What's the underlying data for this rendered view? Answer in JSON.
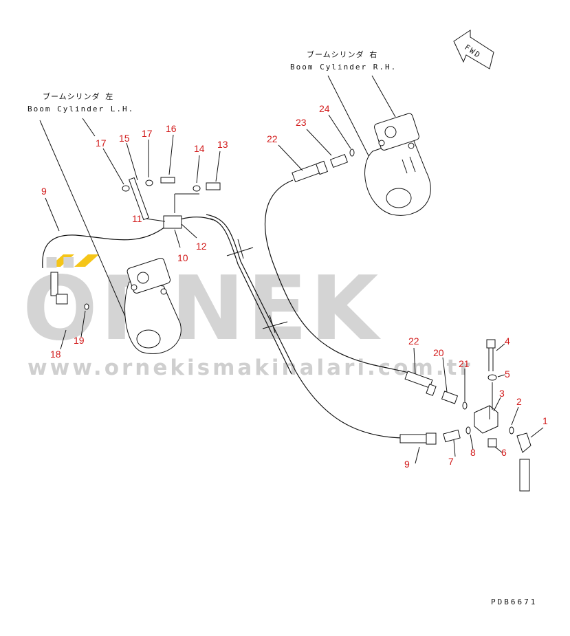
{
  "watermark": {
    "brand": "ÖRNEK",
    "url": "www.ornekismakinalari.com.tr",
    "accent_color": "#f5c518"
  },
  "labels": {
    "rh_jp": "ブームシリンダ 右",
    "rh_en": "Boom Cylinder R.H.",
    "lh_jp": "ブームシリンダ 左",
    "lh_en": "Boom Cylinder L.H.",
    "fwd": "FWD"
  },
  "drawing_number": "PDB6671",
  "callouts": [
    "1",
    "2",
    "3",
    "4",
    "5",
    "6",
    "7",
    "8",
    "9",
    "9",
    "10",
    "11",
    "12",
    "13",
    "14",
    "15",
    "16",
    "17",
    "17",
    "18",
    "19",
    "20",
    "21",
    "22",
    "22",
    "23",
    "24"
  ],
  "colors": {
    "callout": "#d21a1a",
    "line": "#111111",
    "watermark": "#d4d4d4"
  }
}
